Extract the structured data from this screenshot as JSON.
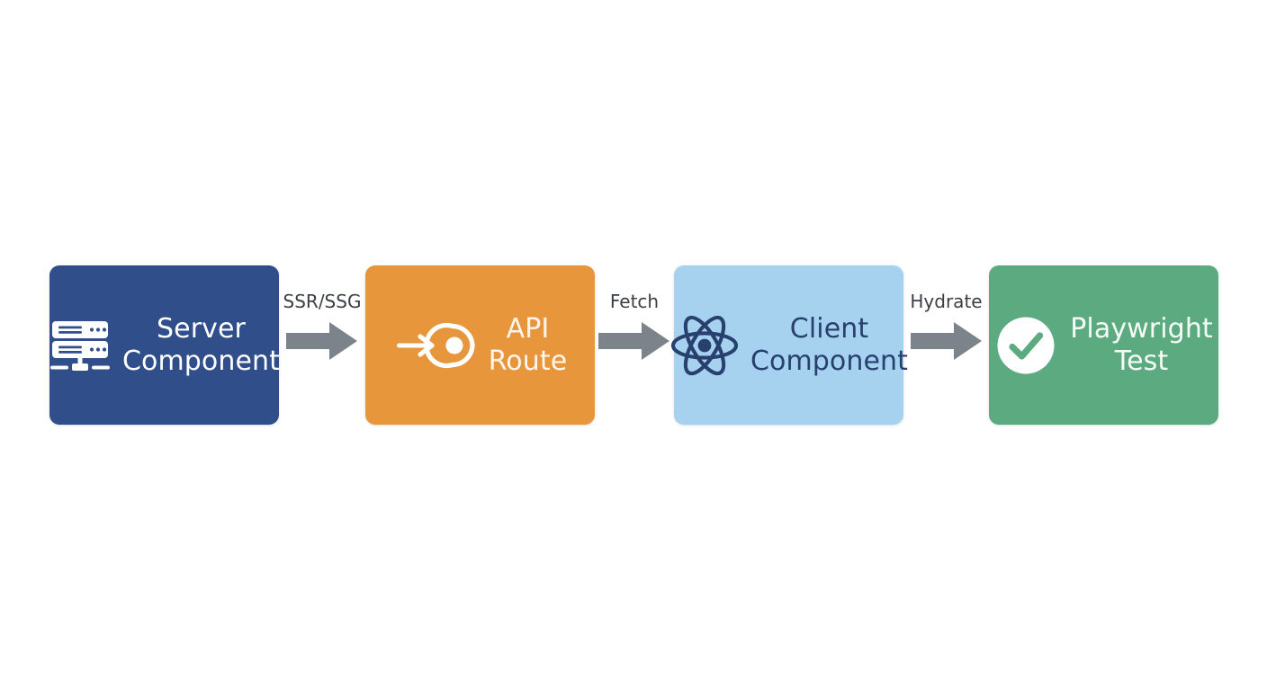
{
  "diagram": {
    "type": "flow",
    "orientation": "left-to-right",
    "background_color": "#ffffff",
    "nodes": [
      {
        "id": "server-component",
        "label": "Server\nComponent",
        "icon": "server-rack-icon",
        "fill_color": "#2f4e8a",
        "text_color": "#ffffff"
      },
      {
        "id": "api-route",
        "label": "API\nRoute",
        "icon": "api-endpoint-icon",
        "fill_color": "#e8963c",
        "text_color": "#fdf6ee"
      },
      {
        "id": "client-component",
        "label": "Client\nComponent",
        "icon": "react-atom-icon",
        "fill_color": "#a6d2f0",
        "text_color": "#28406e"
      },
      {
        "id": "playwright-test",
        "label": "Playwright\nTest",
        "icon": "check-circle-icon",
        "fill_color": "#5cab80",
        "text_color": "#f6fbf8"
      }
    ],
    "connectors": [
      {
        "id": "ssr-ssg",
        "label": "SSR/SSG",
        "from": "server-component",
        "to": "api-route",
        "arrow_color": "#7d838b"
      },
      {
        "id": "fetch",
        "label": "Fetch",
        "from": "api-route",
        "to": "client-component",
        "arrow_color": "#7d838b"
      },
      {
        "id": "hydrate",
        "label": "Hydrate",
        "from": "client-component",
        "to": "playwright-test",
        "arrow_color": "#7d838b"
      }
    ]
  }
}
